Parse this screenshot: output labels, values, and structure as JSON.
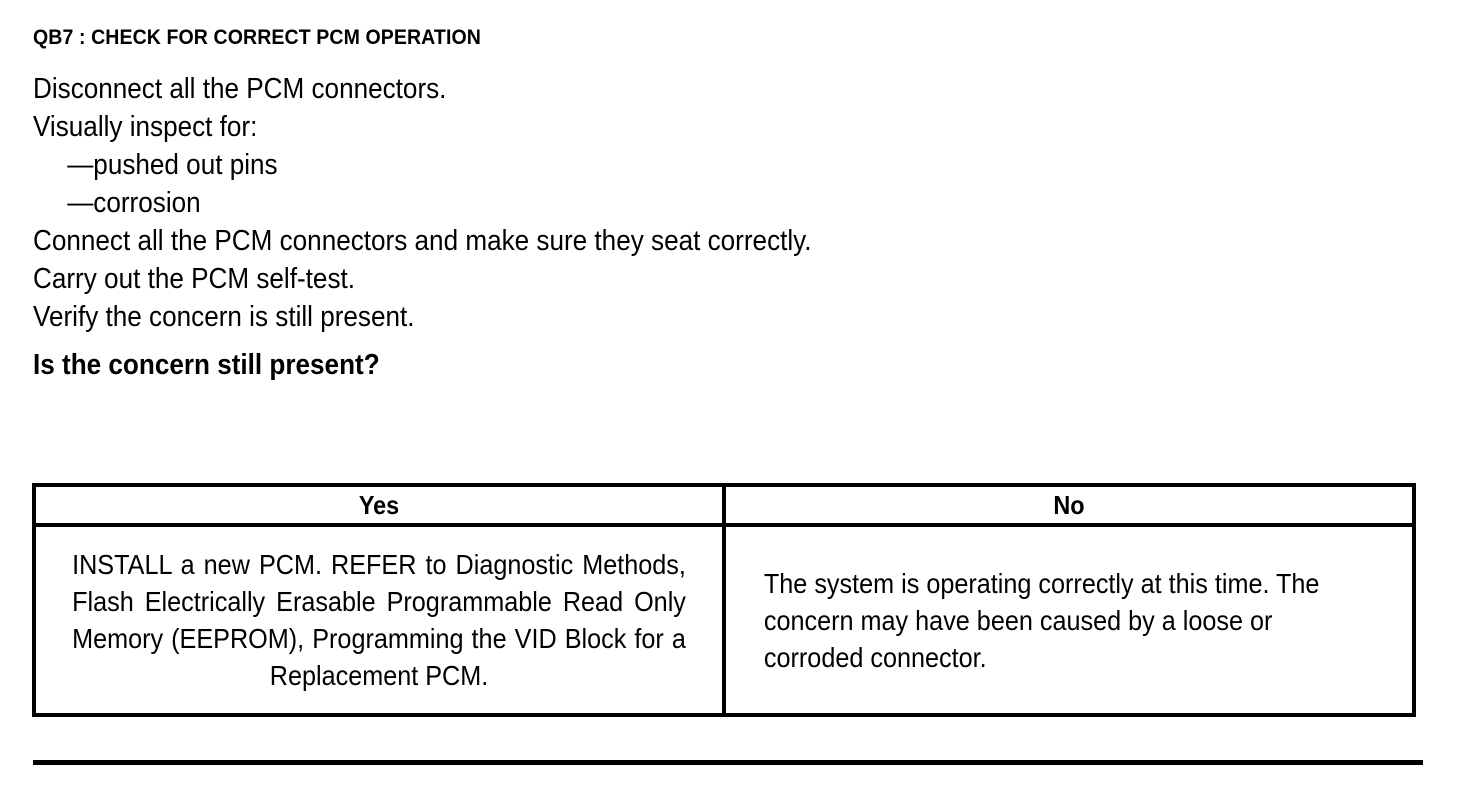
{
  "document": {
    "step_heading": "QB7 : CHECK FOR CORRECT PCM OPERATION",
    "instructions": [
      {
        "text": "Disconnect all the PCM connectors.",
        "style": "normal"
      },
      {
        "text": "Visually inspect for:",
        "style": "normal"
      },
      {
        "text": "—pushed out pins",
        "style": "dash"
      },
      {
        "text": "—corrosion",
        "style": "dash"
      },
      {
        "text": "Connect all the PCM connectors and make sure they seat correctly.",
        "style": "normal"
      },
      {
        "text": "Carry out the PCM self-test.",
        "style": "normal"
      },
      {
        "text": "Verify the concern is still present.",
        "style": "normal"
      },
      {
        "text": "Is the concern still present?",
        "style": "question"
      }
    ],
    "decision_table": {
      "headers": [
        "Yes",
        "No"
      ],
      "cells": {
        "yes": "INSTALL a new PCM. REFER to Diagnostic Methods, Flash Electrically Erasable Programmable Read Only Memory (EEPROM), Programming the VID Block for a Replacement PCM.",
        "no": "The system is operating correctly at this time. The concern may have been caused by a loose or corroded connector."
      }
    },
    "colors": {
      "ink": "#000000",
      "paper": "#ffffff"
    }
  }
}
